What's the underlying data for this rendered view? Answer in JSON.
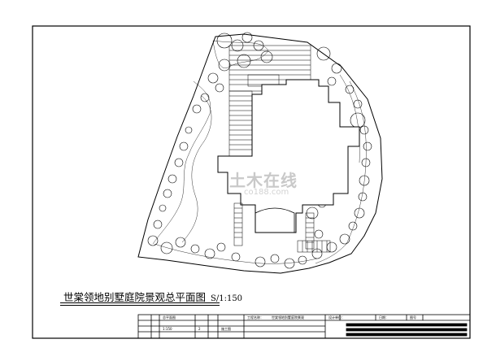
{
  "drawing": {
    "title": "世棠领地别墅庭院景观总平面图",
    "scale": "S/1:150"
  },
  "watermark": {
    "text": "土木在线",
    "url": "co188.com"
  },
  "title_block": {
    "cell_a": "总平面图",
    "cell_b": "1:150",
    "cell_c": "2",
    "cell_d": "施工图",
    "cell_e": "工程名称：",
    "cell_f": "世棠领地别墅庭院景观",
    "cell_g": "图号",
    "cell_h": "设计单位：",
    "cell_i": "日期："
  },
  "colors": {
    "line": "#000000",
    "watermark": "#c9c9c9"
  }
}
